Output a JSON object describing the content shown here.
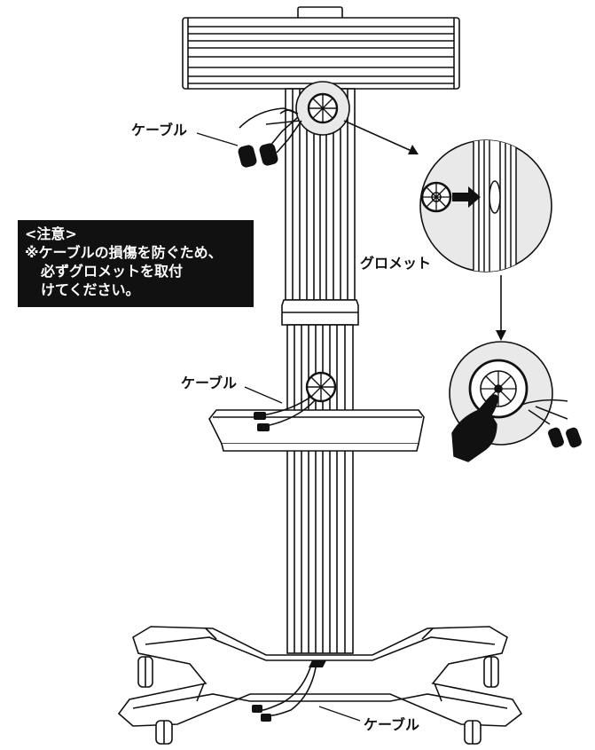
{
  "labels": {
    "cable_top": "ケーブル",
    "cable_middle": "ケーブル",
    "cable_bottom": "ケーブル",
    "grommet": "グロメット"
  },
  "notice": {
    "title": "<注意>",
    "line1": "※ケーブルの損傷を防ぐため、",
    "line2": "必ずグロメットを取付",
    "line3": "けてください。"
  },
  "colors": {
    "ink": "#111111",
    "panel": "#111111",
    "panel_text": "#ffffff",
    "circle_fill": "#e9e9e9"
  }
}
